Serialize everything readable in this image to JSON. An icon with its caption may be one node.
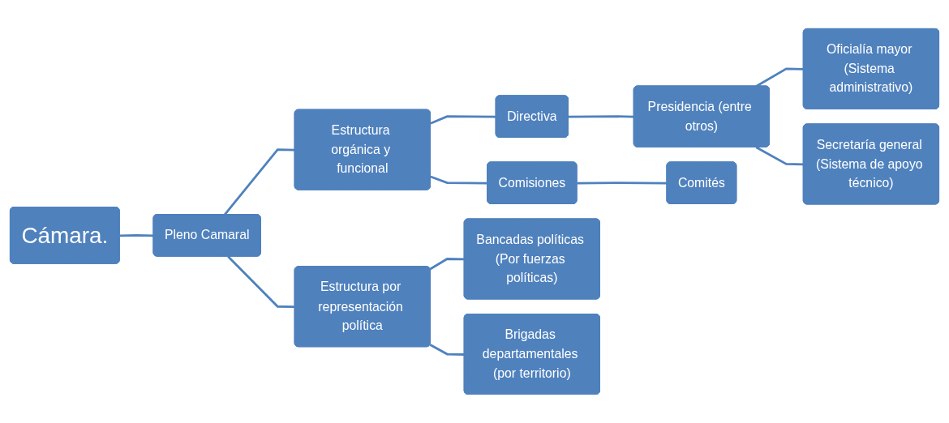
{
  "diagram": {
    "nodes": [
      {
        "text": [
          "Cámara."
        ]
      },
      {
        "text": [
          "Pleno Camaral"
        ]
      },
      {
        "text": [
          "Estructura orgánica y funcional"
        ]
      },
      {
        "text": [
          "Estructura por representación política"
        ]
      },
      {
        "text": [
          "Directiva"
        ]
      },
      {
        "text": [
          "Comisiones"
        ]
      },
      {
        "text": [
          "Bancadas políticas (Por fuerzas políticas)"
        ]
      },
      {
        "text": [
          "Brigadas departamentales (por territorio)"
        ]
      },
      {
        "text": [
          "Presidencia (entre otros)"
        ]
      },
      {
        "text": [
          "Comités"
        ]
      },
      {
        "text": [
          "Oficialía mayor (Sistema administrativo)"
        ]
      },
      {
        "text": [
          "Secretaría general (Sistema de apoyo técnico)"
        ]
      }
    ],
    "edges": [
      {
        "from": 0,
        "to": 1,
        "arrow": "none"
      },
      {
        "from": 1,
        "to": 2,
        "arrow": "none"
      },
      {
        "from": 1,
        "to": 3,
        "arrow": "none"
      },
      {
        "from": 2,
        "to": 4,
        "arrow": "none"
      },
      {
        "from": 2,
        "to": 5,
        "arrow": "none"
      },
      {
        "from": 3,
        "to": 6,
        "arrow": "none"
      },
      {
        "from": 3,
        "to": 7,
        "arrow": "none"
      },
      {
        "from": 4,
        "to": 8,
        "arrow": "none"
      },
      {
        "from": 5,
        "to": 9,
        "arrow": "none"
      },
      {
        "from": 8,
        "to": 10,
        "arrow": "none"
      },
      {
        "from": 8,
        "to": 11,
        "arrow": "none"
      }
    ]
  }
}
